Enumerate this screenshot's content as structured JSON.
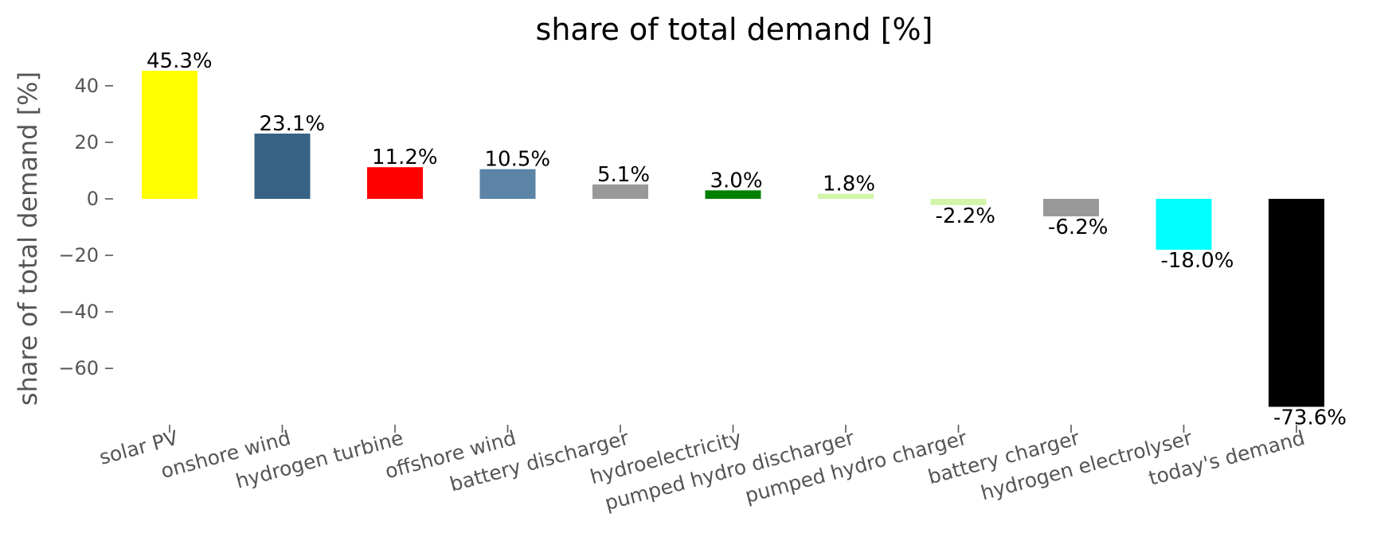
{
  "chart_data": {
    "type": "bar",
    "title": "share of total demand [%]",
    "xlabel": "",
    "ylabel": "share of total demand [%]",
    "ylim": [
      -80,
      48
    ],
    "yticks": [
      40,
      20,
      0,
      -20,
      -40,
      -60
    ],
    "ytick_labels": [
      "40",
      "20",
      "0",
      "−20",
      "−40",
      "−60"
    ],
    "grid": false,
    "categories": [
      "solar PV",
      "onshore wind",
      "hydrogen turbine",
      "offshore wind",
      "battery discharger",
      "hydroelectricity",
      "pumped hydro discharger",
      "pumped hydro charger",
      "battery charger",
      "hydrogen electrolyser",
      "today's demand"
    ],
    "values": [
      45.3,
      23.1,
      11.2,
      10.5,
      5.1,
      3.0,
      1.8,
      -2.2,
      -6.2,
      -18.0,
      -73.6
    ],
    "data_labels": [
      "45.3%",
      "23.1%",
      "11.2%",
      "10.5%",
      "5.1%",
      "3.0%",
      "1.8%",
      "-2.2%",
      "-6.2%",
      "-18.0%",
      "-73.6%"
    ],
    "colors": [
      "#ffff00",
      "#376283",
      "#ff0000",
      "#5b84a6",
      "#999999",
      "#008000",
      "#d2f5a9",
      "#d2f5a9",
      "#999999",
      "#00ffff",
      "#000000"
    ]
  }
}
